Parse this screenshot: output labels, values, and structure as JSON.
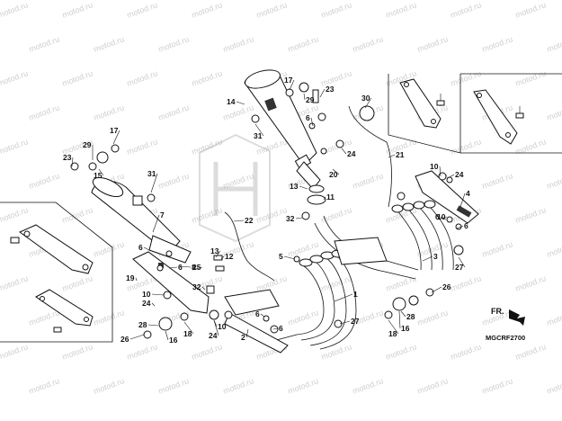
{
  "diagram": {
    "drawing_code": "MGCRF2700",
    "direction_label": "FR.",
    "watermark_text": "motod.ru",
    "callouts": [
      {
        "id": "c1",
        "label": "1"
      },
      {
        "id": "c2",
        "label": "2"
      },
      {
        "id": "c3",
        "label": "3"
      },
      {
        "id": "c4",
        "label": "4"
      },
      {
        "id": "c5",
        "label": "5"
      },
      {
        "id": "c6",
        "label": "6"
      },
      {
        "id": "c7",
        "label": "7"
      },
      {
        "id": "c8",
        "label": "8"
      },
      {
        "id": "c10",
        "label": "10"
      },
      {
        "id": "c11",
        "label": "11"
      },
      {
        "id": "c12",
        "label": "12"
      },
      {
        "id": "c13",
        "label": "13"
      },
      {
        "id": "c14",
        "label": "14"
      },
      {
        "id": "c15",
        "label": "15"
      },
      {
        "id": "c16",
        "label": "16"
      },
      {
        "id": "c17",
        "label": "17"
      },
      {
        "id": "c18",
        "label": "18"
      },
      {
        "id": "c19",
        "label": "19"
      },
      {
        "id": "c20",
        "label": "20"
      },
      {
        "id": "c21",
        "label": "21"
      },
      {
        "id": "c22",
        "label": "22"
      },
      {
        "id": "c23",
        "label": "23"
      },
      {
        "id": "c24",
        "label": "24"
      },
      {
        "id": "c25",
        "label": "25"
      },
      {
        "id": "c26",
        "label": "26"
      },
      {
        "id": "c27",
        "label": "27"
      },
      {
        "id": "c28",
        "label": "28"
      },
      {
        "id": "c29",
        "label": "29"
      },
      {
        "id": "c30",
        "label": "30"
      },
      {
        "id": "c31",
        "label": "31"
      },
      {
        "id": "c32",
        "label": "32"
      }
    ]
  }
}
